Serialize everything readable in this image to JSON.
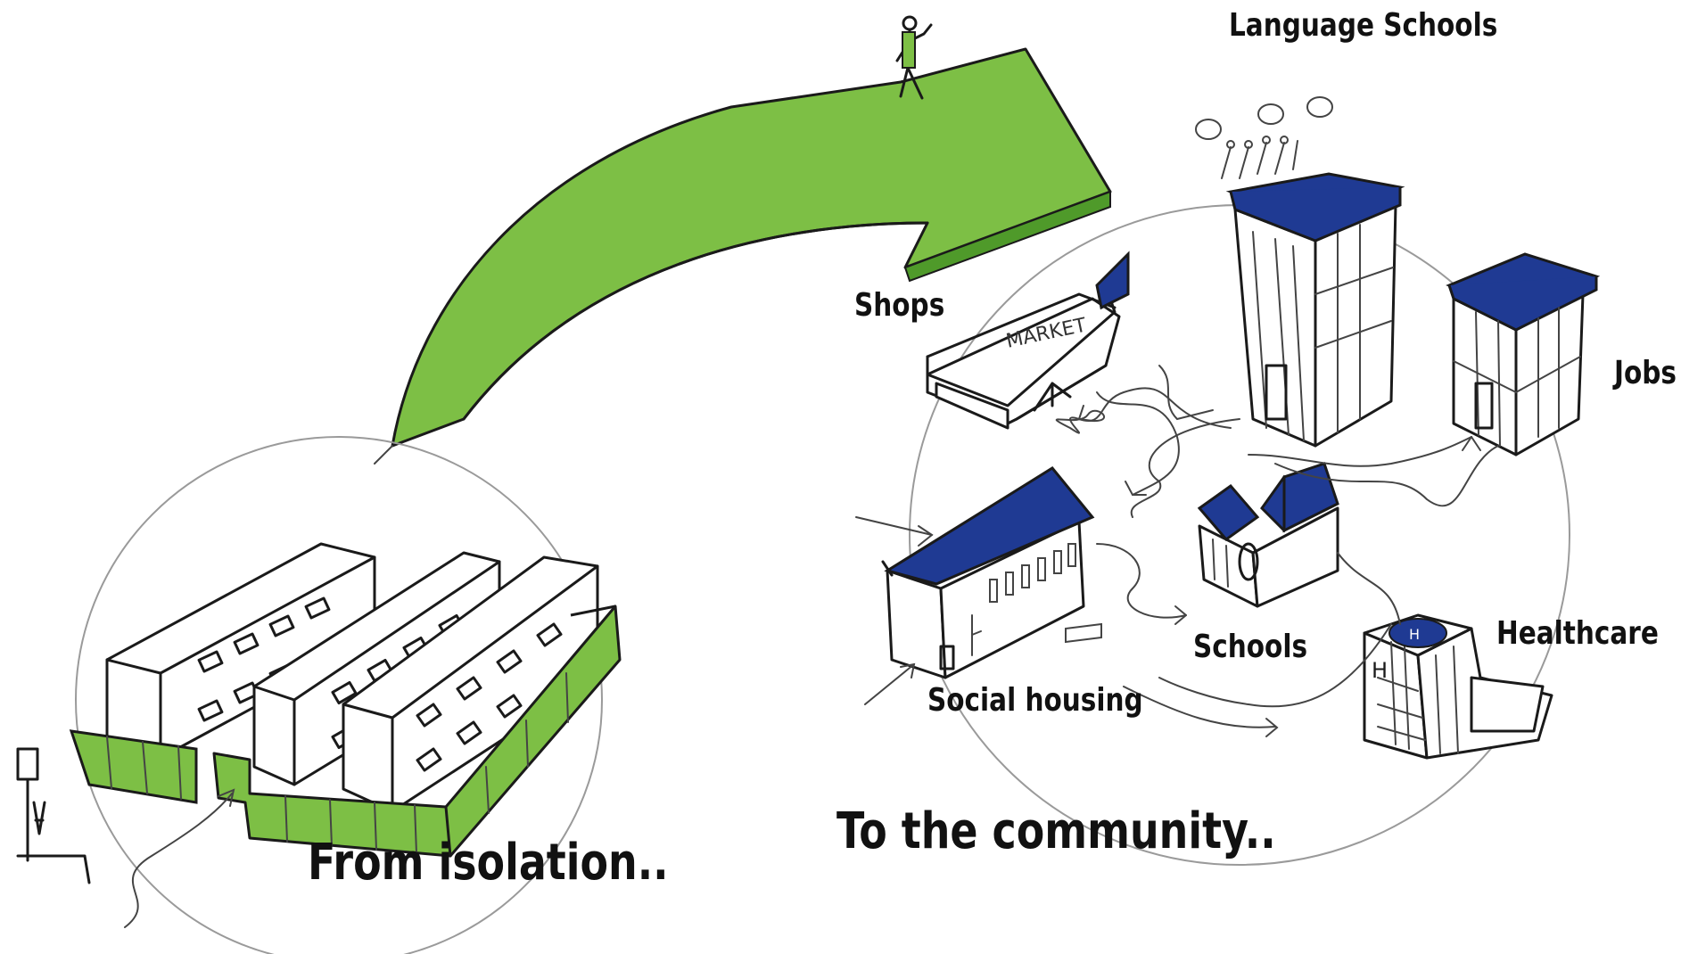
{
  "labels": {
    "language_schools": "Language Schools",
    "shops": "Shops",
    "jobs": "Jobs",
    "schools": "Schools",
    "healthcare": "Healthcare",
    "social_housing": "Social housing",
    "from_isolation": "From isolation..",
    "to_community": "To the community.."
  },
  "signs": {
    "market": "MARKET",
    "hospital_h": "H"
  },
  "colors": {
    "green": "#7dbf45",
    "green_dark": "#4f9a2a",
    "blue": "#1f3a93",
    "ink": "#1a1a1a"
  }
}
